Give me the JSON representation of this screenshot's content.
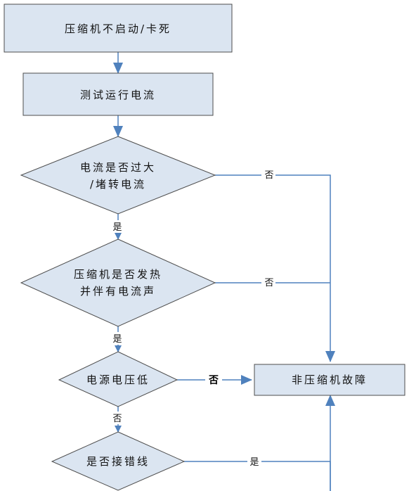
{
  "colors": {
    "box_fill": "#dbe5f1",
    "box_stroke": "#4d4d4d",
    "connector": "#4f81bd"
  },
  "nodes": {
    "compressor_fault": "压缩机不启动/卡死",
    "test_current": "测试运行电流",
    "current_check": {
      "line1": "电流是否过大",
      "line2": "/堵转电流"
    },
    "heat_check": {
      "line1": "压缩机是否发热",
      "line2": "并伴有电流声"
    },
    "voltage_check": "电源电压低",
    "wiring_check": "是否接错线",
    "not_compressor": "非压缩机故障"
  },
  "edge_labels": {
    "current_no": "否",
    "current_yes": "是",
    "heat_no": "否",
    "heat_yes": "是",
    "voltage_no_right": "否",
    "voltage_no_down": "否",
    "wiring_yes": "是"
  }
}
